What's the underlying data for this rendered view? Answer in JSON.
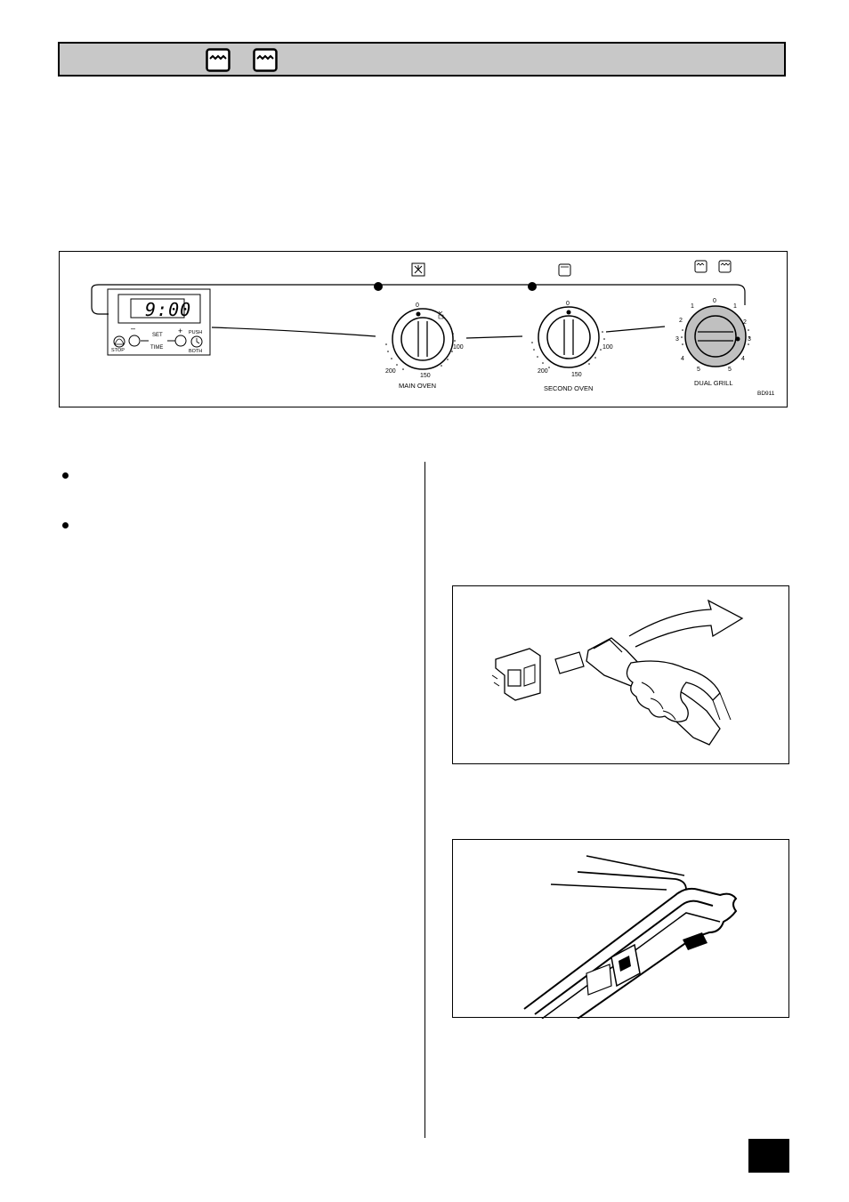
{
  "header": {
    "icons": [
      "dual-grill-left-icon",
      "dual-grill-full-icon"
    ]
  },
  "control_panel": {
    "timer": {
      "display": "9:00",
      "minus_label": "–",
      "plus_label": "+",
      "set_label": "SET",
      "time_label": "TIME",
      "push_label": "PUSH",
      "stop_label": "STOP",
      "both_label": "BOTH"
    },
    "main_oven": {
      "label": "MAIN OVEN",
      "top": "0",
      "right": "100",
      "bottom": "150",
      "left": "200",
      "icon": "fan-icon"
    },
    "second_oven": {
      "label": "SECOND OVEN",
      "top": "0",
      "right": "100",
      "bottom": "150",
      "left": "200",
      "icon": "oven-icon"
    },
    "dual_grill": {
      "label": "DUAL GRILL",
      "top": "0",
      "left_marks": [
        "1",
        "2",
        "3",
        "4",
        "5"
      ],
      "right_marks": [
        "1",
        "2",
        "3",
        "4",
        "5"
      ],
      "icons": [
        "grill-left-icon",
        "grill-full-icon"
      ]
    },
    "reference": "BD911"
  },
  "figures": [
    {
      "name": "grill-pan-handle-fitting",
      "description_icon": "hand-attaching-handle"
    },
    {
      "name": "grill-pan-corner",
      "description_icon": "grill-pan-handle-bracket"
    }
  ]
}
